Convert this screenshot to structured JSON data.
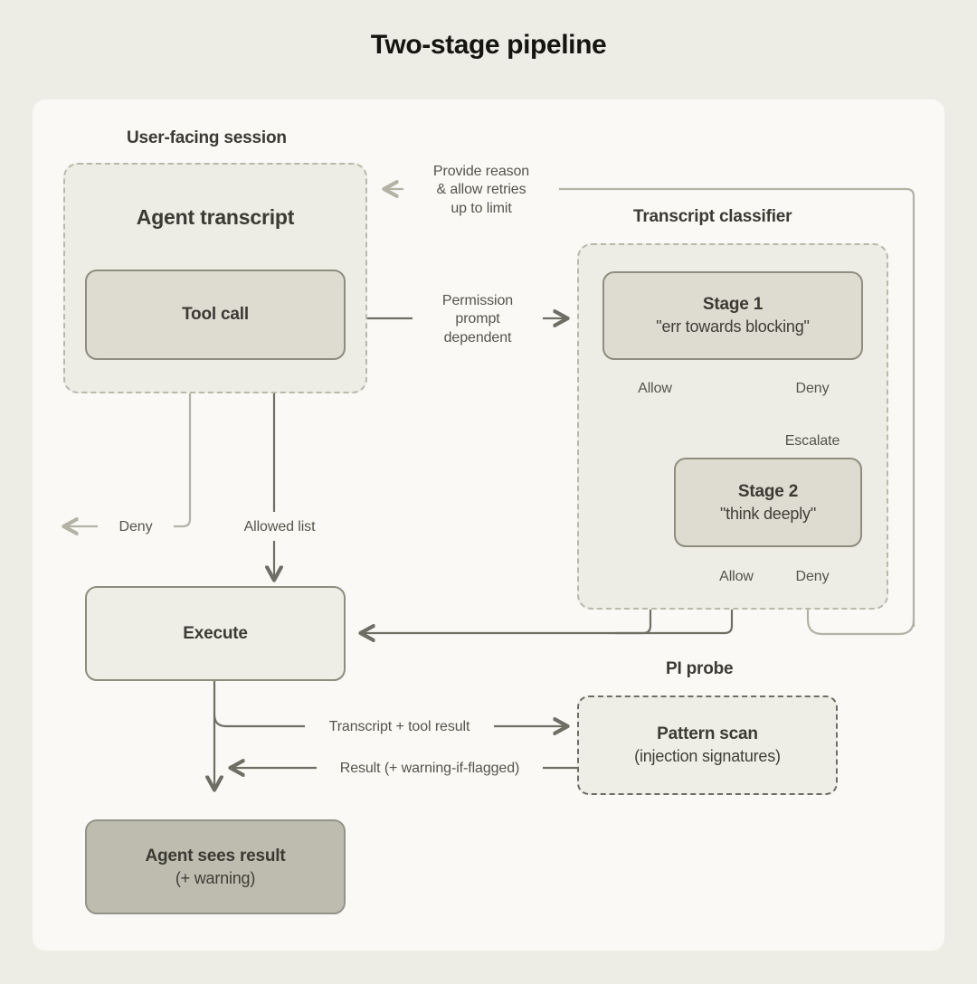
{
  "page": {
    "title": "Two-stage pipeline",
    "bg_color": "#edede6",
    "panel_color": "#faf9f5"
  },
  "palette": {
    "ink": "#3b3a33",
    "line_dark": "#6f6e64",
    "line_light": "#b9b8ab",
    "node_fill_dark": "#dedcd1",
    "node_fill_light": "#eeeee6",
    "node_fill_deep": "#bdbcaf",
    "dash_border": "#b9b8ab"
  },
  "groups": {
    "user_session": "User-facing session",
    "classifier": "Transcript classifier",
    "pi_probe": "PI probe"
  },
  "nodes": {
    "agent_transcript": {
      "title": "Agent transcript"
    },
    "tool_call": {
      "title": "Tool call"
    },
    "stage1": {
      "title": "Stage 1",
      "subtitle": "\"err towards blocking\""
    },
    "stage2": {
      "title": "Stage 2",
      "subtitle": "\"think deeply\""
    },
    "execute": {
      "title": "Execute"
    },
    "pattern_scan": {
      "title": "Pattern scan",
      "subtitle": "(injection signatures)"
    },
    "agent_sees_result": {
      "title": "Agent sees result",
      "subtitle": "(+ warning)"
    }
  },
  "edge_labels": {
    "feedback": "Provide reason\n& allow retries\nup to limit",
    "permission": "Permission\nprompt\ndependent",
    "stage1_allow": "Allow",
    "stage1_deny": "Deny",
    "escalate": "Escalate",
    "stage2_allow": "Allow",
    "stage2_deny": "Deny",
    "toolcall_deny": "Deny",
    "allowed_list": "Allowed list",
    "to_probe": "Transcript + tool result",
    "from_probe": "Result (+ warning-if-flagged)"
  }
}
